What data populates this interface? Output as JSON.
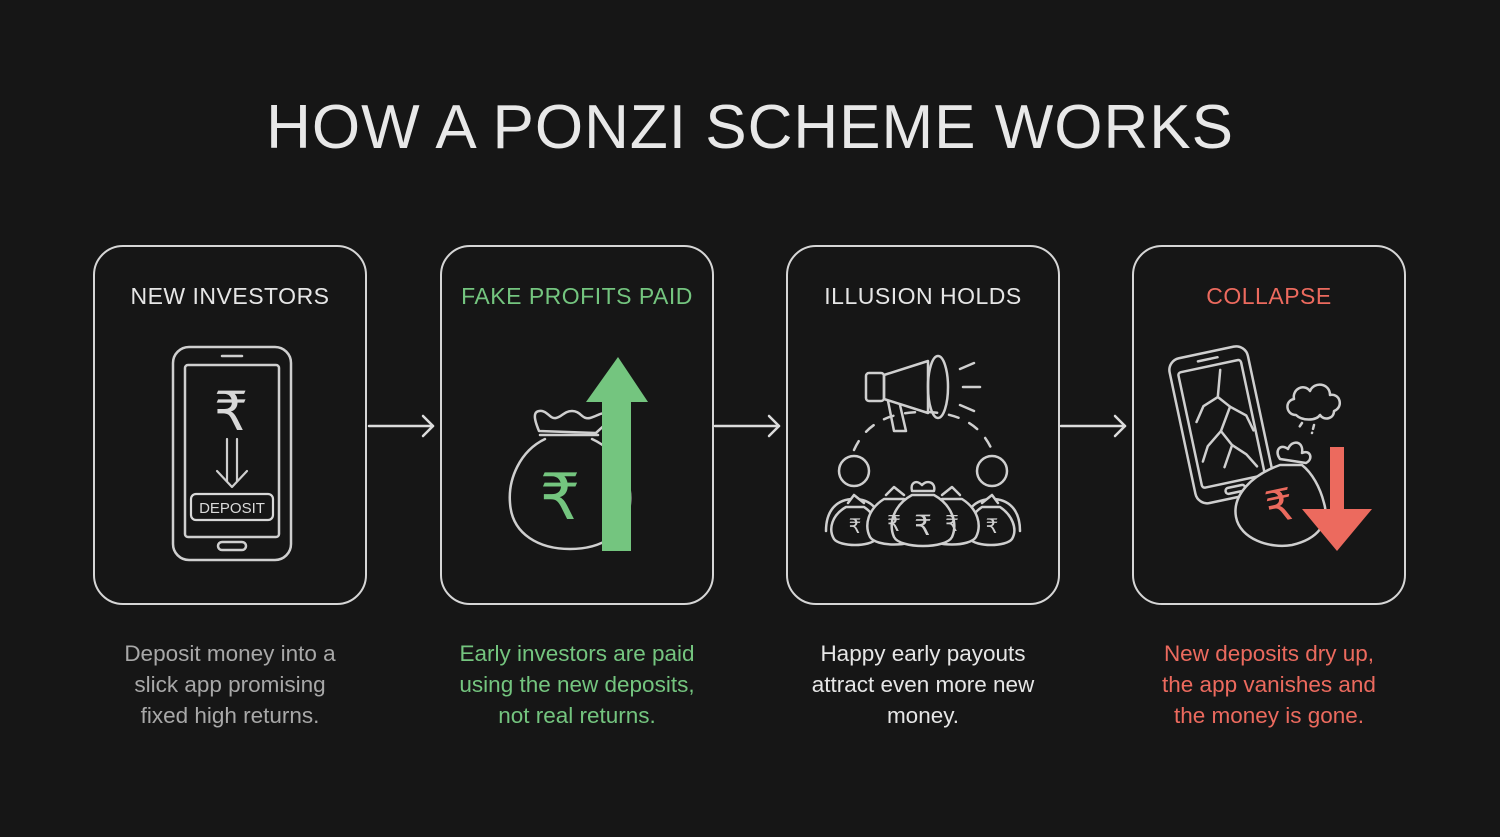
{
  "title": "HOW A PONZI SCHEME WORKS",
  "colors": {
    "background": "#161616",
    "outline": "#d6d6d6",
    "green": "#74c57f",
    "red": "#ec6a5e",
    "muted_text": "#a8a8a8"
  },
  "steps": [
    {
      "title": "NEW INVESTORS",
      "icons": [
        "smartphone-icon",
        "rupee-icon",
        "down-arrow-icon"
      ],
      "badge": "DEPOSIT",
      "rupee": "₹",
      "description": [
        "Deposit money into a",
        "slick app promising",
        "fixed high returns."
      ]
    },
    {
      "title": "FAKE PROFITS PAID",
      "icons": [
        "money-bag-icon",
        "up-arrow-icon"
      ],
      "rupee": "₹",
      "description": [
        "Early investors are paid",
        "using the new deposits,",
        "not real returns."
      ]
    },
    {
      "title": "ILLUSION HOLDS",
      "icons": [
        "megaphone-icon",
        "people-icon",
        "money-bags-icon"
      ],
      "rupee": "₹",
      "description": [
        "Happy early payouts",
        "attract even more new",
        "money."
      ]
    },
    {
      "title": "COLLAPSE",
      "icons": [
        "broken-phone-icon",
        "money-bag-icon",
        "smoke-icon",
        "down-arrow-icon"
      ],
      "rupee": "₹",
      "description": [
        "New deposits dry up,",
        "the app vanishes and",
        "the money is gone."
      ]
    }
  ],
  "connectors": [
    "right-arrow-icon",
    "right-arrow-icon",
    "right-arrow-icon"
  ]
}
